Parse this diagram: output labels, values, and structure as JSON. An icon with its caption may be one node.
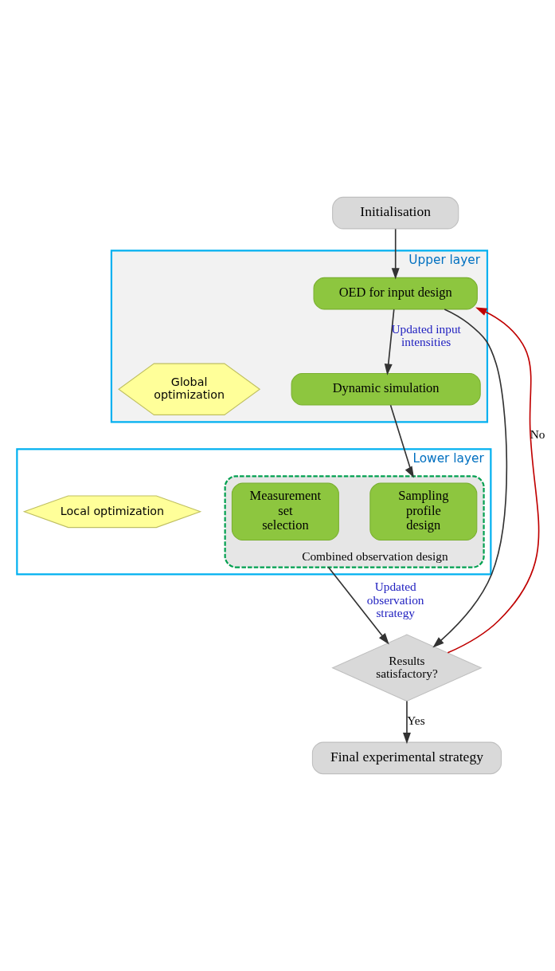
{
  "diagram": {
    "nodes": [
      {
        "text": [
          "Initialisation"
        ]
      },
      {
        "text": [
          "Upper layer"
        ]
      },
      {
        "text": [
          "OED for input design"
        ],
        "in": 1
      },
      {
        "text": [
          "Global optimization"
        ],
        "in": 1
      },
      {
        "text": [
          "Dynamic simulation"
        ],
        "in": 1
      },
      {
        "text": [
          "Lower layer"
        ]
      },
      {
        "text": [
          "Combined observation design"
        ],
        "in": 5
      },
      {
        "text": [
          "Sampling profile design"
        ],
        "in": 6
      },
      {
        "text": [
          "Measurement set selection"
        ],
        "in": 6
      },
      {
        "text": [
          "Local optimization"
        ],
        "in": 5
      },
      {
        "text": [
          "Results satisfactory?"
        ]
      },
      {
        "text": [
          "Final experimental strategy"
        ]
      }
    ],
    "edges": [
      {
        "from": 0,
        "to": 2,
        "arrow": "to"
      },
      {
        "from": 2,
        "to": 4,
        "arrow": "to",
        "label": "Updated input intensities"
      },
      {
        "from": 2,
        "to": 10,
        "arrow": "to"
      },
      {
        "from": 4,
        "to": 6,
        "arrow": "to"
      },
      {
        "from": 6,
        "to": 10,
        "arrow": "to",
        "label": "Updated observation strategy"
      },
      {
        "from": 10,
        "to": 2,
        "arrow": "to",
        "label": "No",
        "color": "#c00000"
      },
      {
        "from": 10,
        "to": 11,
        "arrow": "to",
        "label": "Yes"
      }
    ]
  }
}
